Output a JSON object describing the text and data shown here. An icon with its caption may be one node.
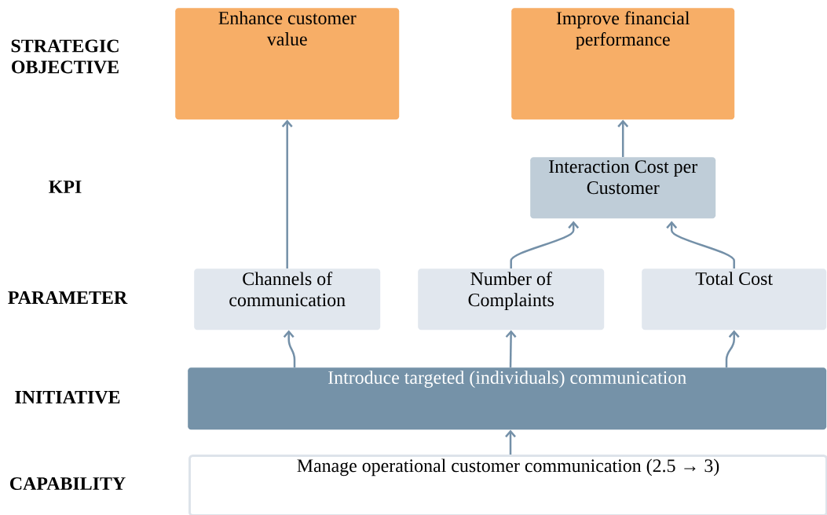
{
  "diagram": {
    "nodes": [
      {
        "text": [
          "Enhance customer value"
        ]
      },
      {
        "text": [
          "Improve financial performance"
        ]
      },
      {
        "text": [
          "Interaction Cost per Customer"
        ]
      },
      {
        "text": [
          "Channels of communication"
        ]
      },
      {
        "text": [
          "Number of Complaints"
        ]
      },
      {
        "text": [
          "Total Cost"
        ]
      },
      {
        "text": [
          "Introduce targeted (individuals) communication"
        ]
      },
      {
        "text": [
          "Manage operational customer communication (2.5 → 3)"
        ]
      }
    ],
    "edges": [
      {
        "from": 3,
        "to": 0,
        "arrow": "to"
      },
      {
        "from": 2,
        "to": 1,
        "arrow": "to"
      },
      {
        "from": 4,
        "to": 2,
        "arrow": "to"
      },
      {
        "from": 5,
        "to": 2,
        "arrow": "to"
      },
      {
        "from": 6,
        "to": 3,
        "arrow": "to"
      },
      {
        "from": 6,
        "to": 4,
        "arrow": "to"
      },
      {
        "from": 6,
        "to": 5,
        "arrow": "to"
      },
      {
        "from": 7,
        "to": 6,
        "arrow": "to"
      }
    ],
    "labels": [
      "STRATEGIC OBJECTIVE",
      "KPI",
      "PARAMETER",
      "INITIATIVE",
      "CAPABILITY"
    ]
  }
}
